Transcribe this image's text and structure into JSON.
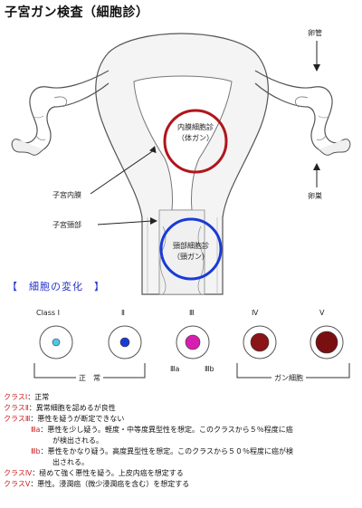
{
  "title": "子宮ガン検査（細胞診）",
  "labels": {
    "oviduct": "卵管",
    "ovary": "卵巣",
    "endometrium": "子宮内膜",
    "cervix": "子宮頸部",
    "endometrial_cytology_line1": "内膜細胞診",
    "endometrial_cytology_line2": "（体ガン）",
    "cervical_cytology_line1": "頸部細胞診",
    "cervical_cytology_line2": "（頸ガン）"
  },
  "section_title": "【　細胞の変化　】",
  "classes": [
    {
      "label": "Class Ⅰ",
      "color": "#4fc8e8"
    },
    {
      "label": "Ⅱ",
      "color": "#1a3ad8"
    },
    {
      "label": "Ⅲ",
      "color": "#d61fb0"
    },
    {
      "label": "Ⅳ",
      "color": "#8a1418"
    },
    {
      "label": "Ⅴ",
      "color": "#7a0f12"
    }
  ],
  "sub_labels": {
    "a": "Ⅲa",
    "b": "Ⅲb"
  },
  "groups": {
    "normal": "正　常",
    "cancer": "ガン細胞"
  },
  "descriptions": [
    {
      "cls": "クラスⅠ",
      "text": "：正常"
    },
    {
      "cls": "クラスⅡ",
      "text": "：異常細胞を認めるが良性"
    },
    {
      "cls": "クラスⅢ",
      "text": "：悪性を疑うが断定できない"
    },
    {
      "cls": "Ⅲa",
      "text": "：悪性を少し疑う。軽度・中等度異型性を想定。このクラスから５％程度に癌",
      "cont": "が検出される。"
    },
    {
      "cls": "Ⅲb",
      "text": "：悪性をかなり疑う。高度異型性を想定。このクラスから５０％程度に癌が検",
      "cont": "出される。"
    },
    {
      "cls": "クラスⅣ",
      "text": "：極めて強く悪性を疑う。上皮内癌を想定する"
    },
    {
      "cls": "クラスⅤ",
      "text": "：悪性。浸潤癌（微少浸潤癌を含む）を想定する"
    }
  ],
  "colors": {
    "ring_red": "#b0161c",
    "ring_blue": "#1a3ad8",
    "accent_red": "#cc2222",
    "section_blue": "#2233cc"
  }
}
